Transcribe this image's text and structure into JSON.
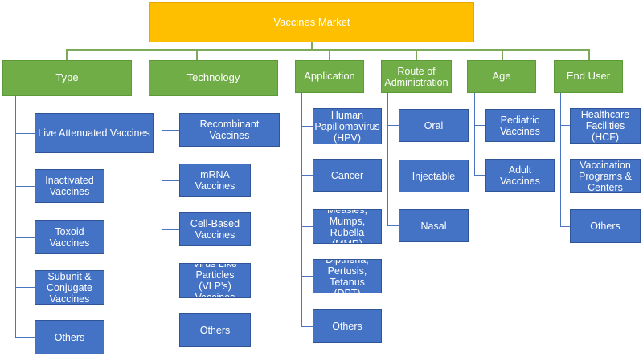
{
  "root": "Vaccines Market",
  "categories": [
    {
      "label": "Type",
      "children": [
        "Live Attenuated Vaccines",
        "Inactivated Vaccines",
        "Toxoid Vaccines",
        "Subunit & Conjugate Vaccines",
        "Others"
      ]
    },
    {
      "label": "Technology",
      "children": [
        "Recombinant Vaccines",
        "mRNA Vaccines",
        "Cell-Based Vaccines",
        "Virus Like Particles (VLP's) Vaccines",
        "Others"
      ]
    },
    {
      "label": "Application",
      "children": [
        "Human Papillomavirus (HPV)",
        "Cancer",
        "Measles, Mumps, Rubella (MMR)",
        "Diptheria, Pertusis, Tetanus (DPT)",
        "Others"
      ]
    },
    {
      "label": "Route of Administration",
      "children": [
        "Oral",
        "Injectable",
        "Nasal"
      ]
    },
    {
      "label": "Age",
      "children": [
        "Pediatric Vaccines",
        "Adult Vaccines"
      ]
    },
    {
      "label": "End User",
      "children": [
        "Healthcare Facilities (HCF)",
        "Vaccination Programs & Centers",
        "Others"
      ]
    }
  ]
}
